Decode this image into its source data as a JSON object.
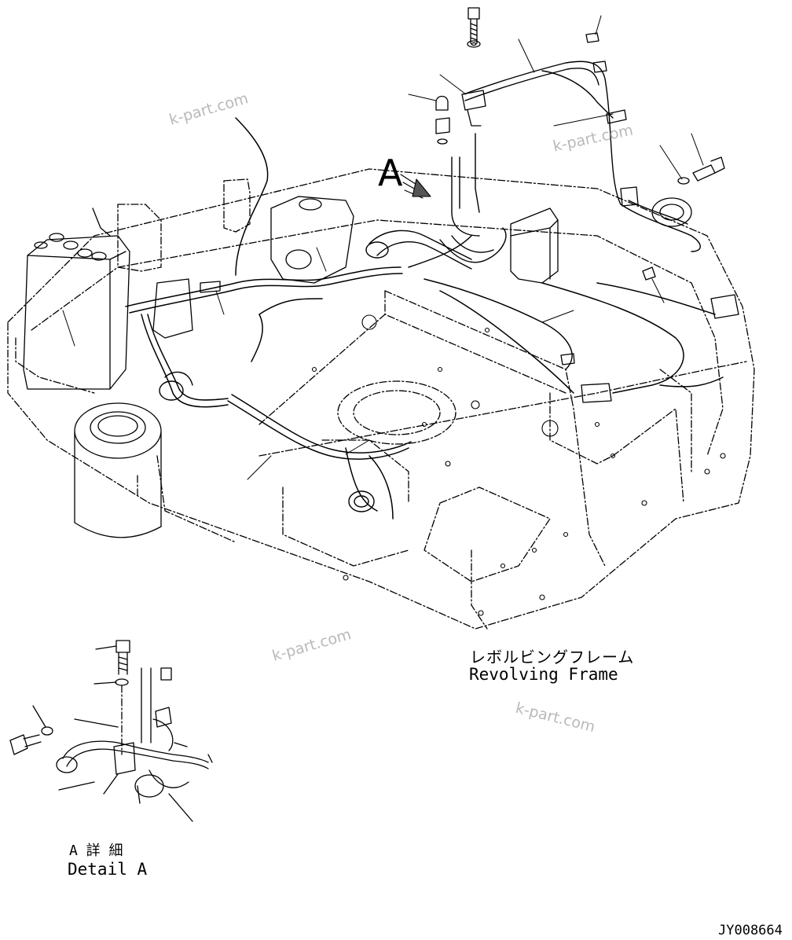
{
  "watermarks": [
    "k-part.com",
    "k-part.com",
    "k-part.com",
    "k-part.com"
  ],
  "callout_letter": "A",
  "main_caption": {
    "jp": "レボルビングフレーム",
    "en": "Revolving Frame"
  },
  "detail_caption": {
    "jp": "A 詳 細",
    "en": "Detail A"
  },
  "drawing_code": "JY008664"
}
